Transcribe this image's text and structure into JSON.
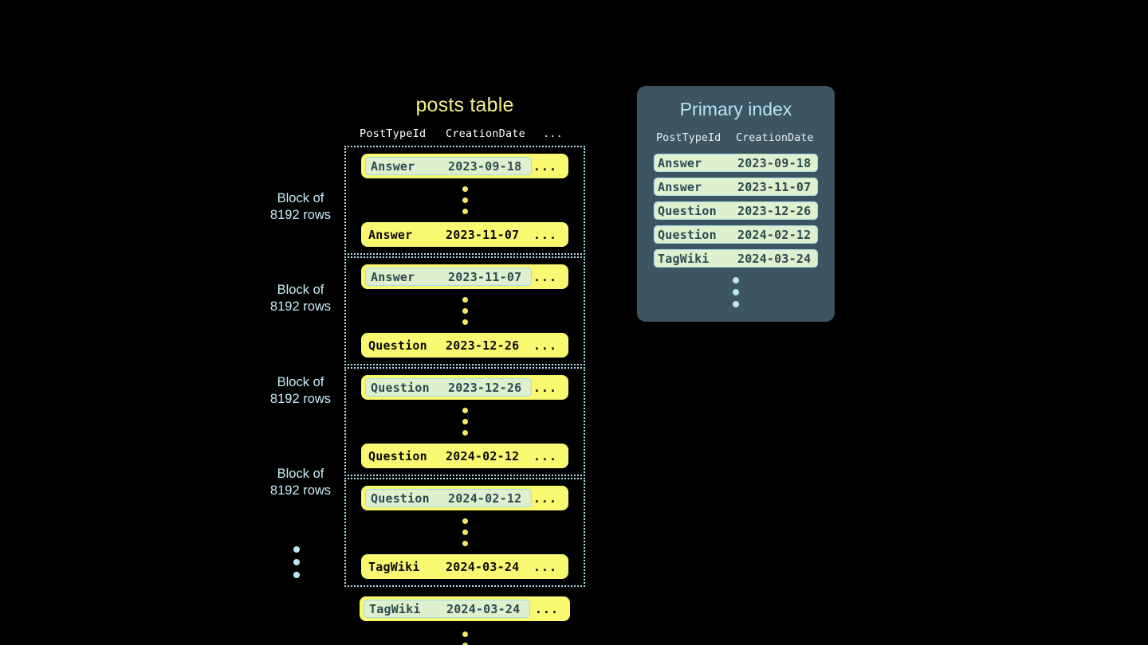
{
  "posts_table": {
    "title": "posts table",
    "columns": {
      "type": "PostTypeId",
      "date": "CreationDate",
      "more": "..."
    },
    "blocks": [
      {
        "label_line1": "Block of",
        "label_line2": "8192 rows",
        "first_row": {
          "type": "Answer",
          "date": "2023-09-18",
          "more": "...",
          "highlighted": true
        },
        "last_row": {
          "type": "Answer",
          "date": "2023-11-07",
          "more": "...",
          "highlighted": false
        }
      },
      {
        "label_line1": "Block of",
        "label_line2": "8192 rows",
        "first_row": {
          "type": "Answer",
          "date": "2023-11-07",
          "more": "...",
          "highlighted": true
        },
        "last_row": {
          "type": "Question",
          "date": "2023-12-26",
          "more": "...",
          "highlighted": false
        }
      },
      {
        "label_line1": "Block of",
        "label_line2": "8192 rows",
        "first_row": {
          "type": "Question",
          "date": "2023-12-26",
          "more": "...",
          "highlighted": true
        },
        "last_row": {
          "type": "Question",
          "date": "2024-02-12",
          "more": "...",
          "highlighted": false
        }
      },
      {
        "label_line1": "Block of",
        "label_line2": "8192 rows",
        "first_row": {
          "type": "Question",
          "date": "2024-02-12",
          "more": "...",
          "highlighted": true
        },
        "last_row": {
          "type": "TagWiki",
          "date": "2024-03-24",
          "more": "...",
          "highlighted": false
        }
      }
    ],
    "trailing_row": {
      "type": "TagWiki",
      "date": "2024-03-24",
      "more": "...",
      "highlighted": true
    }
  },
  "primary_index": {
    "title": "Primary index",
    "columns": {
      "type": "PostTypeId",
      "date": "CreationDate"
    },
    "entries": [
      {
        "type": "Answer",
        "date": "2023-09-18"
      },
      {
        "type": "Answer",
        "date": "2023-11-07"
      },
      {
        "type": "Question",
        "date": "2023-12-26"
      },
      {
        "type": "Question",
        "date": "2024-02-12"
      },
      {
        "type": "TagWiki",
        "date": "2024-03-24"
      }
    ]
  },
  "colors": {
    "background": "#000000",
    "row_yellow": "#f9f871",
    "chip_green": "#def0ce",
    "chip_border": "#9fdcea",
    "title_yellow": "#f2f08a",
    "label_cyan": "#c8ecf7",
    "panel_slate": "#3c5561",
    "panel_title": "#b6e2f2",
    "dot_yellow": "#f5ea62",
    "dot_cyan": "#b8e8f5"
  }
}
